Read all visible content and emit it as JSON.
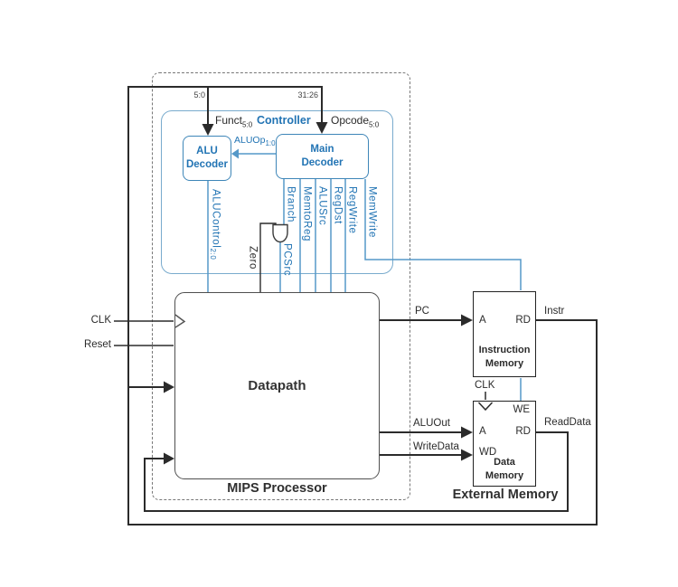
{
  "diagram": {
    "controller": {
      "title": "Controller"
    },
    "alu_decoder": {
      "line1": "ALU",
      "line2": "Decoder"
    },
    "main_decoder": {
      "line1": "Main",
      "line2": "Decoder"
    },
    "datapath": {
      "title": "Datapath"
    },
    "instruction_memory": {
      "port_a": "A",
      "port_rd": "RD",
      "line1": "Instruction",
      "line2": "Memory"
    },
    "data_memory": {
      "port_we": "WE",
      "port_a": "A",
      "port_rd": "RD",
      "port_wd": "WD",
      "line1": "Data",
      "line2": "Memory"
    },
    "regions": {
      "mips": "MIPS Processor",
      "external": "External Memory"
    },
    "bit_slices": {
      "funct": "5:0",
      "opcode": "31:26"
    },
    "signals": {
      "funct": "Funct",
      "funct_sub": "5:0",
      "opcode": "Opcode",
      "opcode_sub": "5:0",
      "aluop": "ALUOp",
      "aluop_sub": "1:0",
      "alucontrol": "ALUControl",
      "alucontrol_sub": "2:0",
      "branch": "Branch",
      "memtoreg": "MemtoReg",
      "alusrc": "ALUSrc",
      "regdst": "RegDst",
      "regwrite": "RegWrite",
      "memwrite": "MemWrite",
      "pcsrc": "PCSrc",
      "zero": "Zero",
      "clk": "CLK",
      "reset": "Reset",
      "clk_mem": "CLK",
      "pc": "PC",
      "instr": "Instr",
      "aluout": "ALUOut",
      "writedata": "WriteData",
      "readdata": "ReadData"
    },
    "colors": {
      "blue_text": "#2274b4",
      "wire_blue": "#5598c8",
      "decoder_border": "#3e86b8",
      "controller_border": "#79abcd",
      "wire_black": "#2b2b2b"
    }
  }
}
